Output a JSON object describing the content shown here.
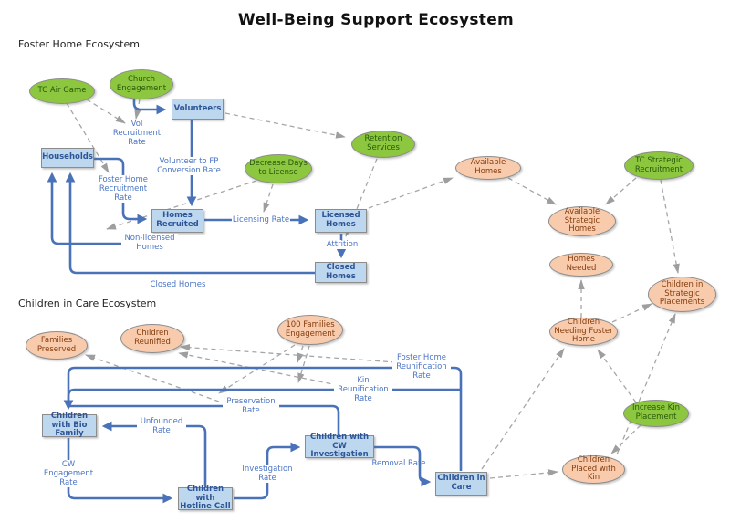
{
  "title": "Well-Being Support Ecosystem",
  "sections": {
    "foster": "Foster Home Ecosystem",
    "care": "Children in Care Ecosystem"
  },
  "colors": {
    "stock_fill": "#BDD7EE",
    "stock_text": "#2F5597",
    "intervention_fill": "#8DC63F",
    "intervention_text": "#275B0B",
    "factor_fill": "#F8CBAD",
    "factor_text": "#843C0C",
    "flow_line": "#4A72B8",
    "influence_line": "#A6A6A6"
  },
  "stocks": {
    "volunteers": "Volunteers",
    "households": "Households",
    "homes_recruited": "Homes Recruited",
    "licensed_homes": "Licensed Homes",
    "closed_homes": "Closed Homes",
    "children_bio_family": "Children with Bio Family",
    "children_hotline": "Children with Hotline Call",
    "children_cw_investigation": "Children with CW Investigation",
    "children_in_care": "Children in Care"
  },
  "interventions": {
    "tc_air_game": "TC Air Game",
    "church_engagement": "Church Engagement",
    "decrease_days": "Decrease Days to License",
    "retention_services": "Retention Services",
    "tc_strategic": "TC Strategic Recruitment",
    "increase_kin": "Increase Kin Placement"
  },
  "factors": {
    "available_homes": "Available Homes",
    "available_strategic": "Available Strategic Homes",
    "homes_needed": "Homes Needed",
    "children_strategic": "Children in Strategic Placements",
    "children_needing": "Children Needing Foster Home",
    "children_reunified": "Children Reunified",
    "families_engagement": "100 Families Engagement",
    "families_preserved": "Families Preserved",
    "children_kin": "Children Placed with Kin"
  },
  "flow_labels": {
    "vol_recruitment": "Vol Recruitment Rate",
    "fp_conversion": "Volunteer to FP Conversion Rate",
    "fh_recruitment": "Foster Home Recruitment Rate",
    "non_licensed": "Non-licensed Homes",
    "licensing": "Licensing Rate",
    "attrition": "Attrition",
    "closed_homes": "Closed Homes",
    "fh_reunification": "Foster Home Reunification Rate",
    "kin_reunification": "Kin Reunification Rate",
    "preservation": "Preservation Rate",
    "unfounded": "Unfounded Rate",
    "cw_engagement": "CW Engagement Rate",
    "investigation": "Investigation Rate",
    "removal": "Removal Rate"
  }
}
